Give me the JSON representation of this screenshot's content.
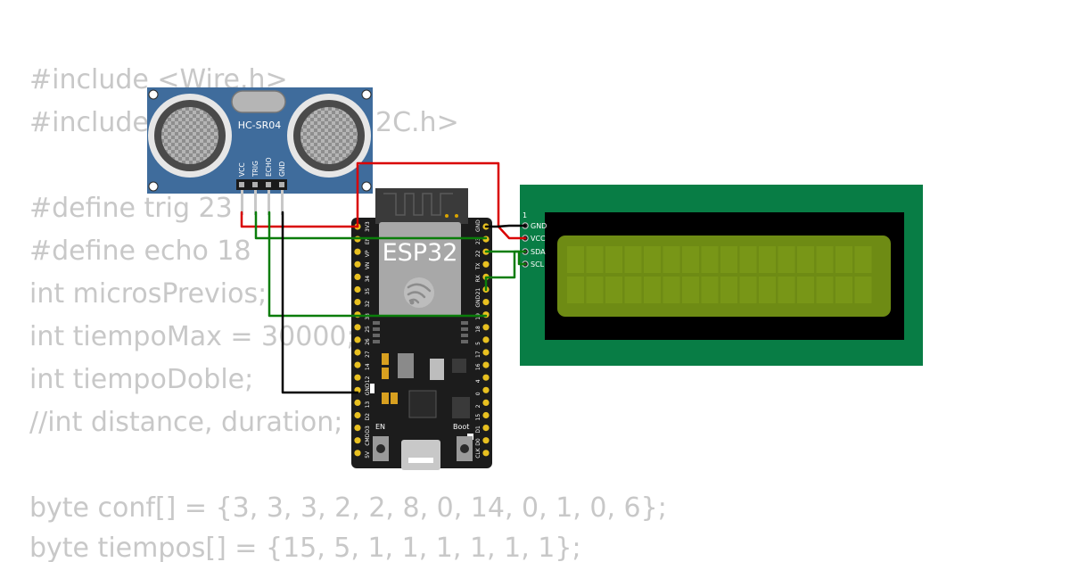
{
  "code": {
    "lines": [
      "#include <Wire.h>",
      "#include <LiquidCrystal_I2C.h>",
      "",
      "#define trig 23",
      "#define echo 18",
      "int microsPrevios;",
      "int tiempoMax = 30000;",
      "int tiempoDoble;",
      "//int distance, duration;",
      "",
      "byte conf[] = {3, 3, 3, 2, 2, 8, 0, 14, 0, 1, 0, 6};",
      "byte tiempos[] = {15, 5, 1, 1, 1, 1, 1, 1};"
    ]
  },
  "sensor": {
    "name": "HC-SR04",
    "pins": [
      "VCC",
      "TRIG",
      "ECHO",
      "GND"
    ]
  },
  "esp32": {
    "name": "ESP32",
    "left_pins": [
      "3V3",
      "EN",
      "VP",
      "VN",
      "34",
      "35",
      "32",
      "33",
      "25",
      "26",
      "27",
      "14",
      "12",
      "GND",
      "13",
      "D2",
      "D3",
      "CMD",
      "5V"
    ],
    "right_pins": [
      "GND",
      "23",
      "22",
      "TX",
      "RX",
      "21",
      "GND",
      "19",
      "18",
      "5",
      "17",
      "16",
      "4",
      "0",
      "2",
      "15",
      "D1",
      "D0",
      "CLK"
    ],
    "button_en": "EN",
    "button_boot": "Boot"
  },
  "lcd": {
    "pin_one_marker": "1",
    "pins": [
      "GND",
      "VCC",
      "SDA",
      "SCL"
    ]
  },
  "colors": {
    "code_text": "#c8c8c8",
    "sensor_board": "#3f6c9c",
    "esp_board": "#1c1c1c",
    "lcd_board": "#087d45",
    "lcd_screen": "#6e8b14",
    "wire_red": "#d90000",
    "wire_green": "#0a7d0a",
    "wire_black": "#000000"
  }
}
